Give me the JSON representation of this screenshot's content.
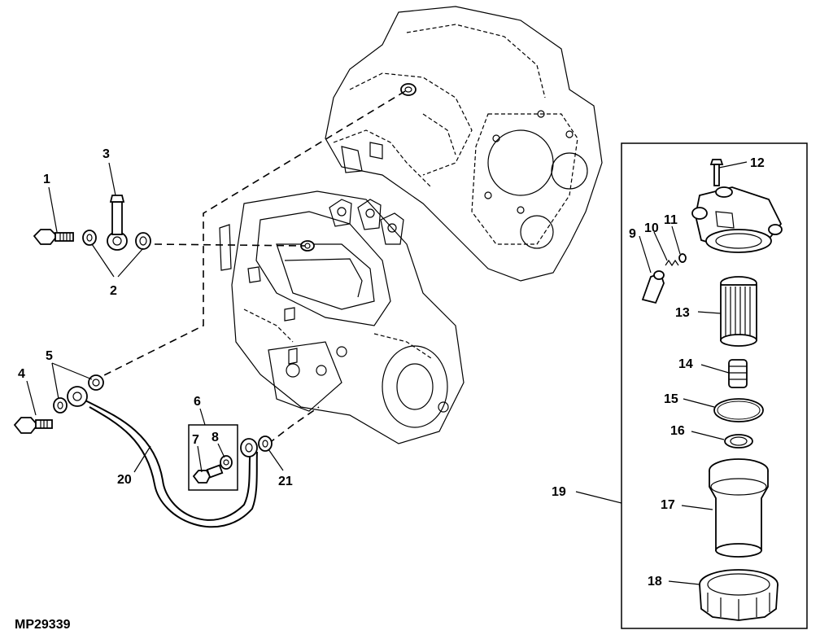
{
  "diagram": {
    "figure_id": "MP29339",
    "callouts": {
      "c1": "1",
      "c2": "2",
      "c3": "3",
      "c4": "4",
      "c5": "5",
      "c6": "6",
      "c7": "7",
      "c8": "8",
      "c9": "9",
      "c10": "10",
      "c11": "11",
      "c12": "12",
      "c13": "13",
      "c14": "14",
      "c15": "15",
      "c16": "16",
      "c17": "17",
      "c18": "18",
      "c19": "19",
      "c20": "20",
      "c21": "21"
    }
  }
}
